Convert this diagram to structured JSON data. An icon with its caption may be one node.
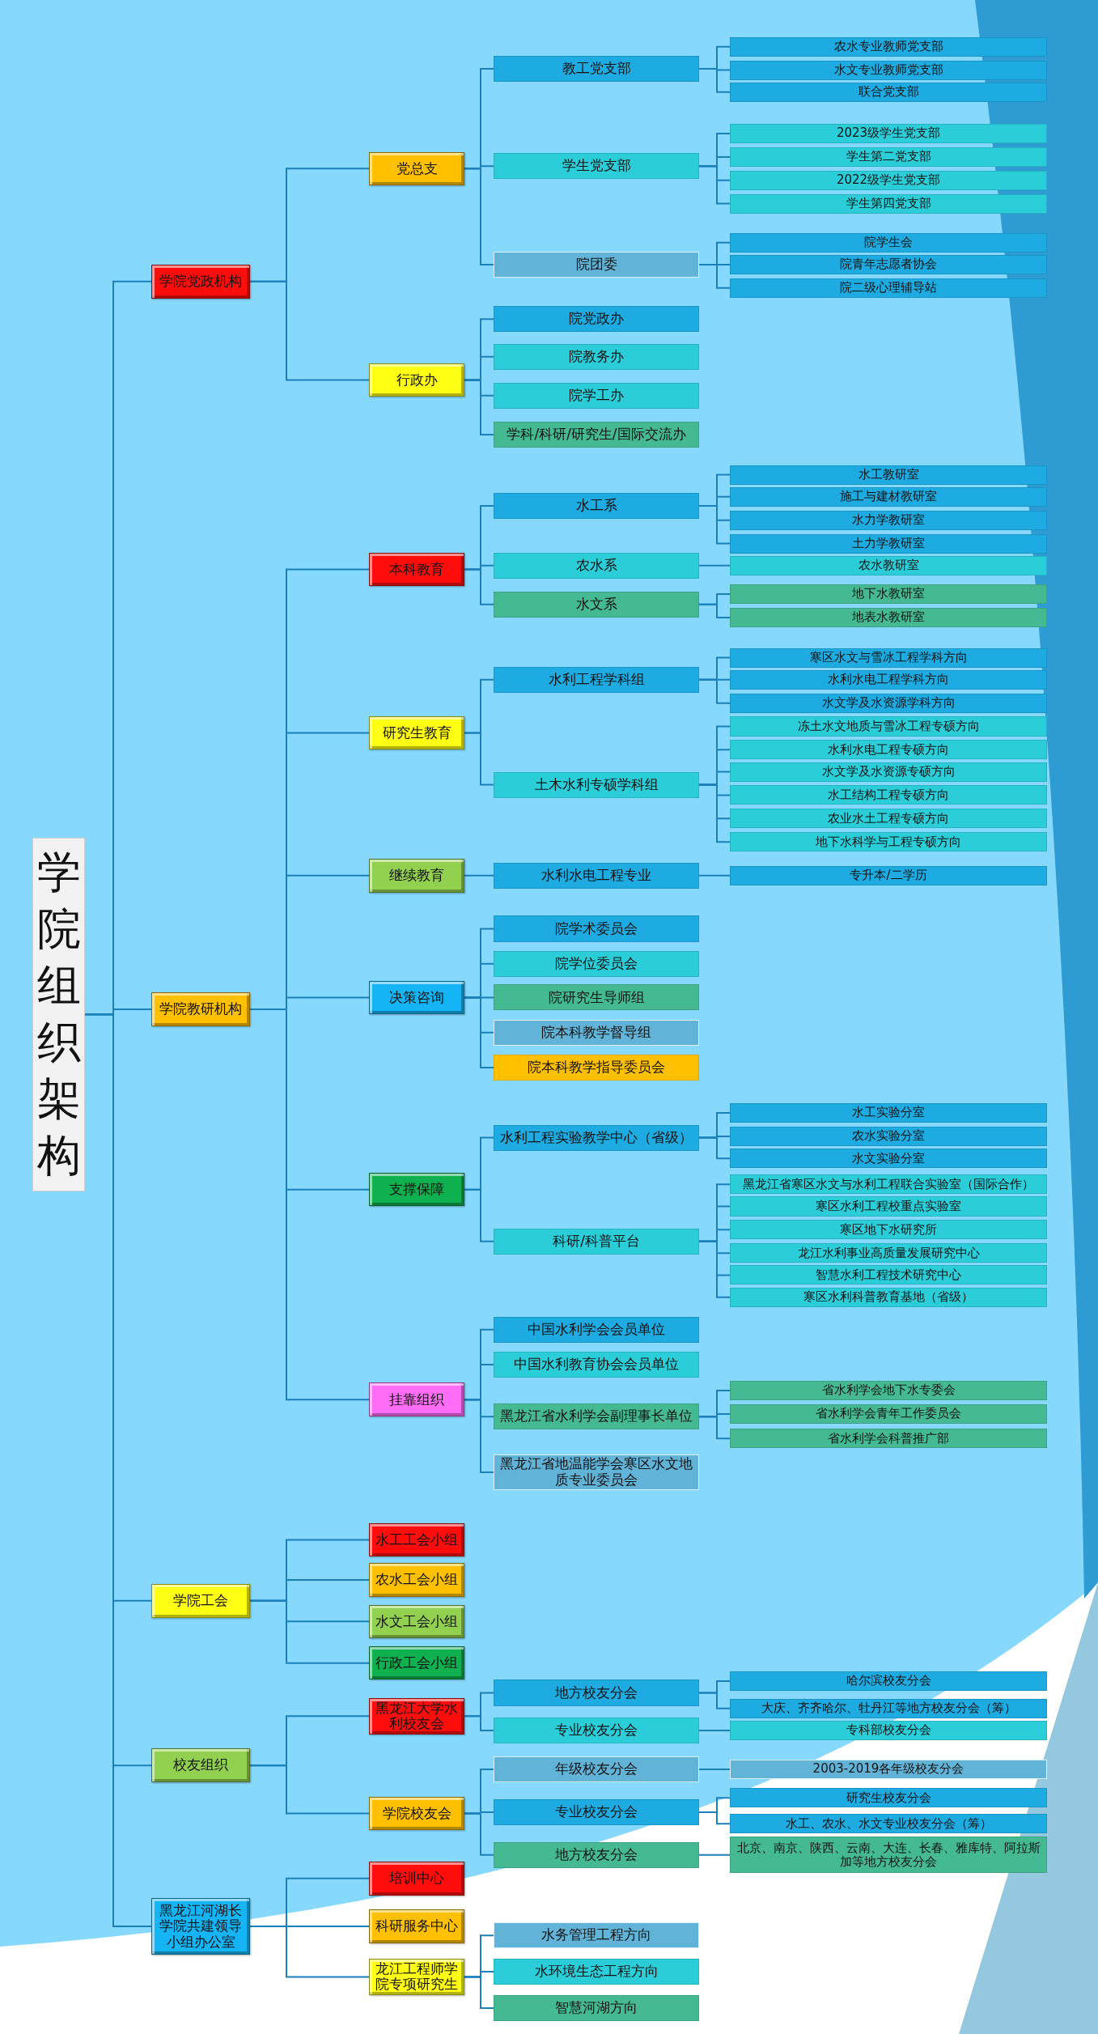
{
  "diagram": {
    "nodes": [
      {
        "text": [
          "学院组织架构"
        ]
      },
      {
        "text": [
          "学院党政机构"
        ]
      },
      {
        "text": [
          "党总支"
        ]
      },
      {
        "text": [
          "教工党支部"
        ]
      },
      {
        "text": [
          "农水专业教师党支部"
        ]
      },
      {
        "text": [
          "水文专业教师党支部"
        ]
      },
      {
        "text": [
          "联合党支部"
        ]
      },
      {
        "text": [
          "学生党支部"
        ]
      },
      {
        "text": [
          "2023级学生党支部"
        ]
      },
      {
        "text": [
          "学生第二党支部"
        ]
      },
      {
        "text": [
          "2022级学生党支部"
        ]
      },
      {
        "text": [
          "学生第四党支部"
        ]
      },
      {
        "text": [
          "院团委"
        ]
      },
      {
        "text": [
          "院学生会"
        ]
      },
      {
        "text": [
          "院青年志愿者协会"
        ]
      },
      {
        "text": [
          "院二级心理辅导站"
        ]
      },
      {
        "text": [
          "行政办"
        ]
      },
      {
        "text": [
          "院党政办"
        ]
      },
      {
        "text": [
          "院教务办"
        ]
      },
      {
        "text": [
          "院学工办"
        ]
      },
      {
        "text": [
          "学科/科研/研究生/国际交流办"
        ]
      },
      {
        "text": [
          "学院教研机构"
        ]
      },
      {
        "text": [
          "本科教育"
        ]
      },
      {
        "text": [
          "水工系"
        ]
      },
      {
        "text": [
          "水工教研室"
        ]
      },
      {
        "text": [
          "施工与建材教研室"
        ]
      },
      {
        "text": [
          "水力学教研室"
        ]
      },
      {
        "text": [
          "土力学教研室"
        ]
      },
      {
        "text": [
          "农水系"
        ]
      },
      {
        "text": [
          "农水教研室"
        ]
      },
      {
        "text": [
          "水文系"
        ]
      },
      {
        "text": [
          "地下水教研室"
        ]
      },
      {
        "text": [
          "地表水教研室"
        ]
      },
      {
        "text": [
          "研究生教育"
        ]
      },
      {
        "text": [
          "水利工程学科组"
        ]
      },
      {
        "text": [
          "寒区水文与雪冰工程学科方向"
        ]
      },
      {
        "text": [
          "水利水电工程学科方向"
        ]
      },
      {
        "text": [
          "水文学及水资源学科方向"
        ]
      },
      {
        "text": [
          "土木水利专硕学科组"
        ]
      },
      {
        "text": [
          "冻土水文地质与雪冰工程专硕方向"
        ]
      },
      {
        "text": [
          "水利水电工程专硕方向"
        ]
      },
      {
        "text": [
          "水文学及水资源专硕方向"
        ]
      },
      {
        "text": [
          "水工结构工程专硕方向"
        ]
      },
      {
        "text": [
          "农业水土工程专硕方向"
        ]
      },
      {
        "text": [
          "地下水科学与工程专硕方向"
        ]
      },
      {
        "text": [
          "继续教育"
        ]
      },
      {
        "text": [
          "水利水电工程专业"
        ]
      },
      {
        "text": [
          "专升本/二学历"
        ]
      },
      {
        "text": [
          "决策咨询"
        ]
      },
      {
        "text": [
          "院学术委员会"
        ]
      },
      {
        "text": [
          "院学位委员会"
        ]
      },
      {
        "text": [
          "院研究生导师组"
        ]
      },
      {
        "text": [
          "院本科教学督导组"
        ]
      },
      {
        "text": [
          "院本科教学指导委员会"
        ]
      },
      {
        "text": [
          "支撑保障"
        ]
      },
      {
        "text": [
          "水利工程实验教学中心（省级）"
        ]
      },
      {
        "text": [
          "水工实验分室"
        ]
      },
      {
        "text": [
          "农水实验分室"
        ]
      },
      {
        "text": [
          "水文实验分室"
        ]
      },
      {
        "text": [
          "科研/科普平台"
        ]
      },
      {
        "text": [
          "黑龙江省寒区水文与水利工程联合实验室（国际合作）"
        ]
      },
      {
        "text": [
          "寒区水利工程校重点实验室"
        ]
      },
      {
        "text": [
          "寒区地下水研究所"
        ]
      },
      {
        "text": [
          "龙江水利事业高质量发展研究中心"
        ]
      },
      {
        "text": [
          "智慧水利工程技术研究中心"
        ]
      },
      {
        "text": [
          "寒区水利科普教育基地（省级）"
        ]
      },
      {
        "text": [
          "挂靠组织"
        ]
      },
      {
        "text": [
          "中国水利学会会员单位"
        ]
      },
      {
        "text": [
          "中国水利教育协会会员单位"
        ]
      },
      {
        "text": [
          "黑龙江省水利学会副理事长单位"
        ]
      },
      {
        "text": [
          "省水利学会地下水专委会"
        ]
      },
      {
        "text": [
          "省水利学会青年工作委员会"
        ]
      },
      {
        "text": [
          "省水利学会科普推广部"
        ]
      },
      {
        "text": [
          "黑龙江省地温能学会寒区水文地质专业委员会"
        ]
      },
      {
        "text": [
          "学院工会"
        ]
      },
      {
        "text": [
          "水工工会小组"
        ]
      },
      {
        "text": [
          "农水工会小组"
        ]
      },
      {
        "text": [
          "水文工会小组"
        ]
      },
      {
        "text": [
          "行政工会小组"
        ]
      },
      {
        "text": [
          "校友组织"
        ]
      },
      {
        "text": [
          "黑龙江大学水利校友会"
        ]
      },
      {
        "text": [
          "地方校友分会"
        ]
      },
      {
        "text": [
          "哈尔滨校友分会"
        ]
      },
      {
        "text": [
          "大庆、齐齐哈尔、牡丹江等地方校友分会（筹）"
        ]
      },
      {
        "text": [
          "专业校友分会"
        ]
      },
      {
        "text": [
          "专科部校友分会"
        ]
      },
      {
        "text": [
          "学院校友会"
        ]
      },
      {
        "text": [
          "年级校友分会"
        ]
      },
      {
        "text": [
          "2003-2019各年级校友分会"
        ]
      },
      {
        "text": [
          "专业校友分会"
        ]
      },
      {
        "text": [
          "研究生校友分会"
        ]
      },
      {
        "text": [
          "水工、农水、水文专业校友分会（筹）"
        ]
      },
      {
        "text": [
          "地方校友分会"
        ]
      },
      {
        "text": [
          "北京、南京、陕西、云南、大连、长春、雅库特、阿拉斯加等地方校友分会"
        ]
      },
      {
        "text": [
          "黑龙江河湖长学院共建领导小组办公室"
        ]
      },
      {
        "text": [
          "培训中心"
        ]
      },
      {
        "text": [
          "科研服务中心"
        ]
      },
      {
        "text": [
          "龙江工程师学院专项研究生"
        ]
      },
      {
        "text": [
          "水务管理工程方向"
        ]
      },
      {
        "text": [
          "水环境生态工程方向"
        ]
      },
      {
        "text": [
          "智慧河湖方向"
        ]
      }
    ],
    "edges": [
      {
        "from": 0,
        "to": 1,
        "arrow": "none"
      },
      {
        "from": 1,
        "to": 2,
        "arrow": "none"
      },
      {
        "from": 2,
        "to": 3,
        "arrow": "none"
      },
      {
        "from": 3,
        "to": 4,
        "arrow": "none"
      },
      {
        "from": 3,
        "to": 5,
        "arrow": "none"
      },
      {
        "from": 3,
        "to": 6,
        "arrow": "none"
      },
      {
        "from": 2,
        "to": 7,
        "arrow": "none"
      },
      {
        "from": 7,
        "to": 8,
        "arrow": "none"
      },
      {
        "from": 7,
        "to": 9,
        "arrow": "none"
      },
      {
        "from": 7,
        "to": 10,
        "arrow": "none"
      },
      {
        "from": 7,
        "to": 11,
        "arrow": "none"
      },
      {
        "from": 2,
        "to": 12,
        "arrow": "none"
      },
      {
        "from": 12,
        "to": 13,
        "arrow": "none"
      },
      {
        "from": 12,
        "to": 14,
        "arrow": "none"
      },
      {
        "from": 12,
        "to": 15,
        "arrow": "none"
      },
      {
        "from": 1,
        "to": 16,
        "arrow": "none"
      },
      {
        "from": 16,
        "to": 17,
        "arrow": "none"
      },
      {
        "from": 16,
        "to": 18,
        "arrow": "none"
      },
      {
        "from": 16,
        "to": 19,
        "arrow": "none"
      },
      {
        "from": 16,
        "to": 20,
        "arrow": "none"
      },
      {
        "from": 0,
        "to": 21,
        "arrow": "none"
      },
      {
        "from": 21,
        "to": 22,
        "arrow": "none"
      },
      {
        "from": 22,
        "to": 23,
        "arrow": "none"
      },
      {
        "from": 23,
        "to": 24,
        "arrow": "none"
      },
      {
        "from": 23,
        "to": 25,
        "arrow": "none"
      },
      {
        "from": 23,
        "to": 26,
        "arrow": "none"
      },
      {
        "from": 23,
        "to": 27,
        "arrow": "none"
      },
      {
        "from": 22,
        "to": 28,
        "arrow": "none"
      },
      {
        "from": 28,
        "to": 29,
        "arrow": "none"
      },
      {
        "from": 22,
        "to": 30,
        "arrow": "none"
      },
      {
        "from": 30,
        "to": 31,
        "arrow": "none"
      },
      {
        "from": 30,
        "to": 32,
        "arrow": "none"
      },
      {
        "from": 21,
        "to": 33,
        "arrow": "none"
      },
      {
        "from": 33,
        "to": 34,
        "arrow": "none"
      },
      {
        "from": 34,
        "to": 35,
        "arrow": "none"
      },
      {
        "from": 34,
        "to": 36,
        "arrow": "none"
      },
      {
        "from": 34,
        "to": 37,
        "arrow": "none"
      },
      {
        "from": 33,
        "to": 38,
        "arrow": "none"
      },
      {
        "from": 38,
        "to": 39,
        "arrow": "none"
      },
      {
        "from": 38,
        "to": 40,
        "arrow": "none"
      },
      {
        "from": 38,
        "to": 41,
        "arrow": "none"
      },
      {
        "from": 38,
        "to": 42,
        "arrow": "none"
      },
      {
        "from": 38,
        "to": 43,
        "arrow": "none"
      },
      {
        "from": 38,
        "to": 44,
        "arrow": "none"
      },
      {
        "from": 21,
        "to": 45,
        "arrow": "none"
      },
      {
        "from": 45,
        "to": 46,
        "arrow": "none"
      },
      {
        "from": 46,
        "to": 47,
        "arrow": "none"
      },
      {
        "from": 21,
        "to": 48,
        "arrow": "none"
      },
      {
        "from": 48,
        "to": 49,
        "arrow": "none"
      },
      {
        "from": 48,
        "to": 50,
        "arrow": "none"
      },
      {
        "from": 48,
        "to": 51,
        "arrow": "none"
      },
      {
        "from": 48,
        "to": 52,
        "arrow": "none"
      },
      {
        "from": 48,
        "to": 53,
        "arrow": "none"
      },
      {
        "from": 21,
        "to": 54,
        "arrow": "none"
      },
      {
        "from": 54,
        "to": 55,
        "arrow": "none"
      },
      {
        "from": 55,
        "to": 56,
        "arrow": "none"
      },
      {
        "from": 55,
        "to": 57,
        "arrow": "none"
      },
      {
        "from": 55,
        "to": 58,
        "arrow": "none"
      },
      {
        "from": 54,
        "to": 59,
        "arrow": "none"
      },
      {
        "from": 59,
        "to": 60,
        "arrow": "none"
      },
      {
        "from": 59,
        "to": 61,
        "arrow": "none"
      },
      {
        "from": 59,
        "to": 62,
        "arrow": "none"
      },
      {
        "from": 59,
        "to": 63,
        "arrow": "none"
      },
      {
        "from": 59,
        "to": 64,
        "arrow": "none"
      },
      {
        "from": 59,
        "to": 65,
        "arrow": "none"
      },
      {
        "from": 21,
        "to": 66,
        "arrow": "none"
      },
      {
        "from": 66,
        "to": 67,
        "arrow": "none"
      },
      {
        "from": 66,
        "to": 68,
        "arrow": "none"
      },
      {
        "from": 66,
        "to": 69,
        "arrow": "none"
      },
      {
        "from": 69,
        "to": 70,
        "arrow": "none"
      },
      {
        "from": 69,
        "to": 71,
        "arrow": "none"
      },
      {
        "from": 69,
        "to": 72,
        "arrow": "none"
      },
      {
        "from": 66,
        "to": 73,
        "arrow": "none"
      },
      {
        "from": 0,
        "to": 74,
        "arrow": "none"
      },
      {
        "from": 74,
        "to": 75,
        "arrow": "none"
      },
      {
        "from": 74,
        "to": 76,
        "arrow": "none"
      },
      {
        "from": 74,
        "to": 77,
        "arrow": "none"
      },
      {
        "from": 74,
        "to": 78,
        "arrow": "none"
      },
      {
        "from": 0,
        "to": 79,
        "arrow": "none"
      },
      {
        "from": 79,
        "to": 80,
        "arrow": "none"
      },
      {
        "from": 80,
        "to": 81,
        "arrow": "none"
      },
      {
        "from": 81,
        "to": 82,
        "arrow": "none"
      },
      {
        "from": 81,
        "to": 83,
        "arrow": "none"
      },
      {
        "from": 80,
        "to": 84,
        "arrow": "none"
      },
      {
        "from": 84,
        "to": 85,
        "arrow": "none"
      },
      {
        "from": 79,
        "to": 86,
        "arrow": "none"
      },
      {
        "from": 86,
        "to": 87,
        "arrow": "none"
      },
      {
        "from": 87,
        "to": 88,
        "arrow": "none"
      },
      {
        "from": 86,
        "to": 89,
        "arrow": "none"
      },
      {
        "from": 89,
        "to": 90,
        "arrow": "none"
      },
      {
        "from": 89,
        "to": 91,
        "arrow": "none"
      },
      {
        "from": 86,
        "to": 92,
        "arrow": "none"
      },
      {
        "from": 92,
        "to": 93,
        "arrow": "none"
      },
      {
        "from": 0,
        "to": 94,
        "arrow": "none"
      },
      {
        "from": 94,
        "to": 95,
        "arrow": "none"
      },
      {
        "from": 94,
        "to": 96,
        "arrow": "none"
      },
      {
        "from": 94,
        "to": 97,
        "arrow": "none"
      },
      {
        "from": 97,
        "to": 98,
        "arrow": "none"
      },
      {
        "from": 97,
        "to": 99,
        "arrow": "none"
      },
      {
        "from": 97,
        "to": 100,
        "arrow": "none"
      }
    ]
  }
}
